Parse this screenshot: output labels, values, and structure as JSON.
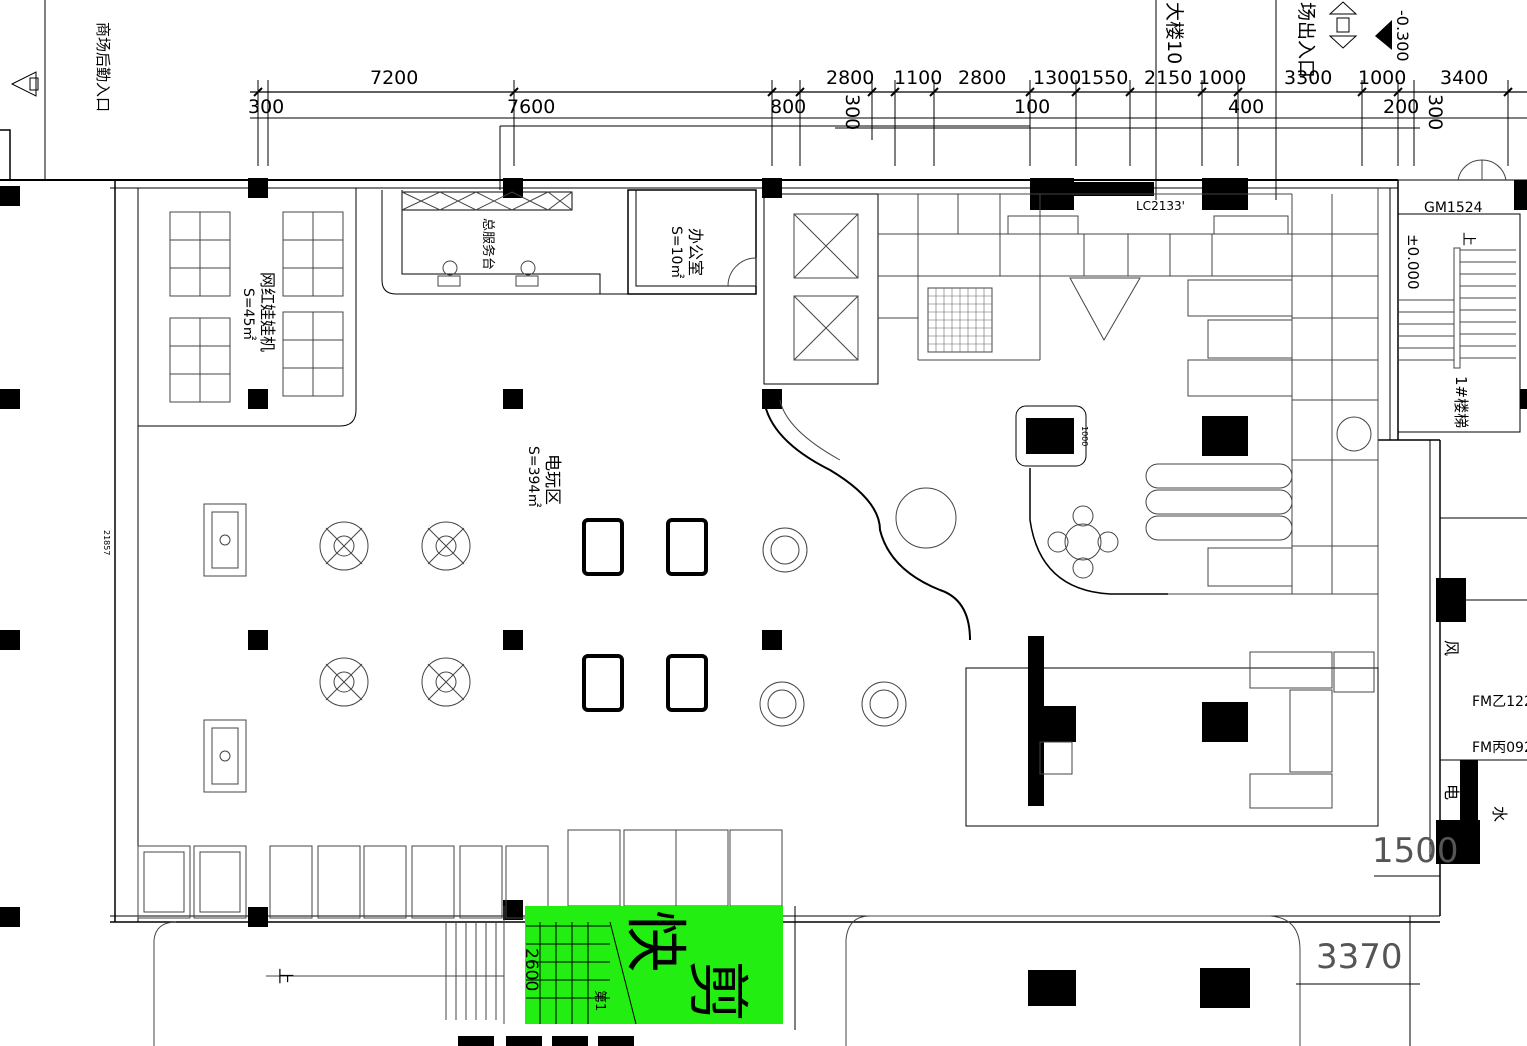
{
  "dimensions": {
    "top_row": [
      "7200",
      "2800",
      "1100",
      "2800",
      "1300",
      "1550",
      "2150",
      "1000",
      "3300",
      "1000",
      "3400"
    ],
    "second_row": [
      "300",
      "7600",
      "800",
      "300",
      "100",
      "400",
      "200",
      "300"
    ],
    "vertical_total": "21857",
    "stair_width": "2600",
    "bottom_right": "3370",
    "right_1500": "1500",
    "pillar_width": "1000"
  },
  "rooms": {
    "doll_machine": {
      "name": "网红娃娃机",
      "area": "S=45㎡"
    },
    "service_desk": {
      "name": "总服务台"
    },
    "office": {
      "name": "办公室",
      "area": "S=10㎡"
    },
    "game_zone": {
      "name": "电玩区",
      "area": "S=394㎡"
    },
    "stair": {
      "name": "1#楼梯"
    },
    "wind": "风",
    "elec": "电",
    "water": "水"
  },
  "labels": {
    "top_left_entrance": "商场后勤入口",
    "top_stair": "大楼10",
    "top_exit": "场出入口",
    "elevation_top": "-0.300",
    "elevation_stair": "±0.000",
    "window_code": "LC2133'",
    "door_gm": "GM1524",
    "door_fm1": "FM乙122",
    "door_fm2": "FM丙092",
    "up_mark": "上",
    "up_mark_right": "上",
    "cut_label": "剪",
    "cut_label_2": "快",
    "bottom_stair_mark": "第1"
  },
  "colors": {
    "highlight": "#22ee11",
    "lines": "#000000",
    "ink": "#000000"
  }
}
